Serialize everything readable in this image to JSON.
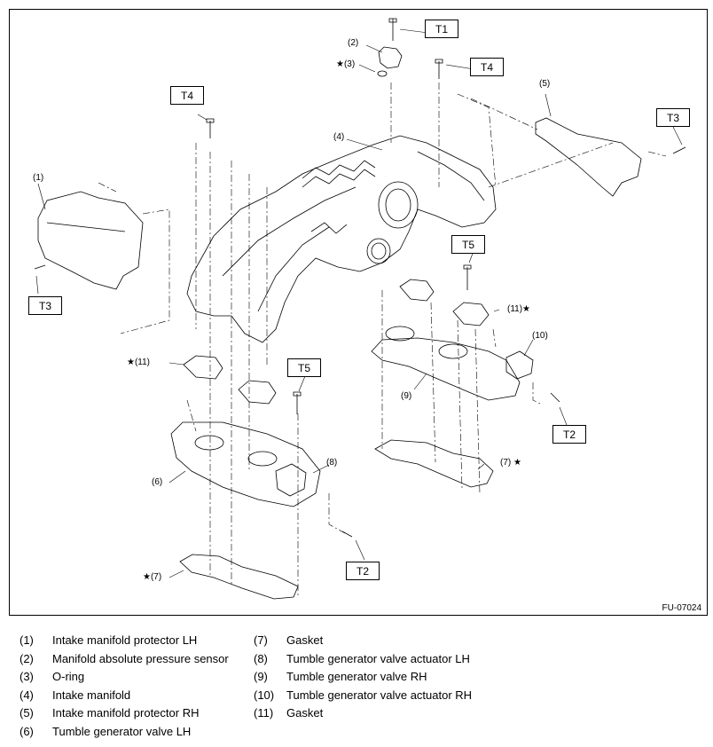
{
  "diagram": {
    "figure_code": "FU-07024",
    "callouts": [
      {
        "id": "c1",
        "text": "(1)"
      },
      {
        "id": "c2",
        "text": "(2)"
      },
      {
        "id": "c3",
        "text": "★(3)"
      },
      {
        "id": "c4",
        "text": "(4)"
      },
      {
        "id": "c5",
        "text": "(5)"
      },
      {
        "id": "c6",
        "text": "(6)"
      },
      {
        "id": "c7a",
        "text": "(7) ★"
      },
      {
        "id": "c7b",
        "text": "★(7)"
      },
      {
        "id": "c8",
        "text": "(8)"
      },
      {
        "id": "c9",
        "text": "(9)"
      },
      {
        "id": "c10",
        "text": "(10)"
      },
      {
        "id": "c11a",
        "text": "(11)★"
      },
      {
        "id": "c11b",
        "text": "★(11)"
      }
    ],
    "torque_labels": [
      {
        "id": "t1",
        "text": "T1"
      },
      {
        "id": "t4a",
        "text": "T4"
      },
      {
        "id": "t4b",
        "text": "T4"
      },
      {
        "id": "t3a",
        "text": "T3"
      },
      {
        "id": "t3b",
        "text": "T3"
      },
      {
        "id": "t5a",
        "text": "T5"
      },
      {
        "id": "t5b",
        "text": "T5"
      },
      {
        "id": "t2a",
        "text": "T2"
      },
      {
        "id": "t2b",
        "text": "T2"
      }
    ]
  },
  "legend": {
    "left": [
      {
        "num": "(1)",
        "text": "Intake manifold protector LH"
      },
      {
        "num": "(2)",
        "text": "Manifold absolute pressure sensor"
      },
      {
        "num": "(3)",
        "text": "O-ring"
      },
      {
        "num": "(4)",
        "text": "Intake manifold"
      },
      {
        "num": "(5)",
        "text": "Intake manifold protector RH"
      },
      {
        "num": "(6)",
        "text": "Tumble generator valve LH"
      }
    ],
    "right": [
      {
        "num": "(7)",
        "text": "Gasket"
      },
      {
        "num": "(8)",
        "text": "Tumble generator valve actuator LH"
      },
      {
        "num": "(9)",
        "text": "Tumble generator valve RH"
      },
      {
        "num": "(10)",
        "text": "Tumble generator valve actuator RH"
      },
      {
        "num": "(11)",
        "text": "Gasket"
      }
    ]
  }
}
